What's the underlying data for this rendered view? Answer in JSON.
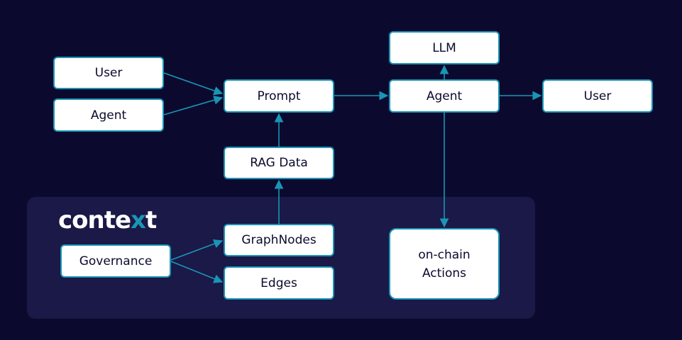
{
  "logo": {
    "text_before": "conte",
    "text_x": "x",
    "text_after": "t"
  },
  "nodes": {
    "user_input": "User",
    "agent_input": "Agent",
    "prompt": "Prompt",
    "agent": "Agent",
    "llm": "LLM",
    "user_output": "User",
    "rag_data": "RAG Data",
    "graph_nodes": "GraphNodes",
    "edges": "Edges",
    "governance": "Governance",
    "onchain_actions": "on-chain\nActions"
  },
  "colors": {
    "background": "#0b0a2e",
    "panel": "#1a1947",
    "accent": "#1a95b5",
    "node_fill": "#ffffff"
  }
}
